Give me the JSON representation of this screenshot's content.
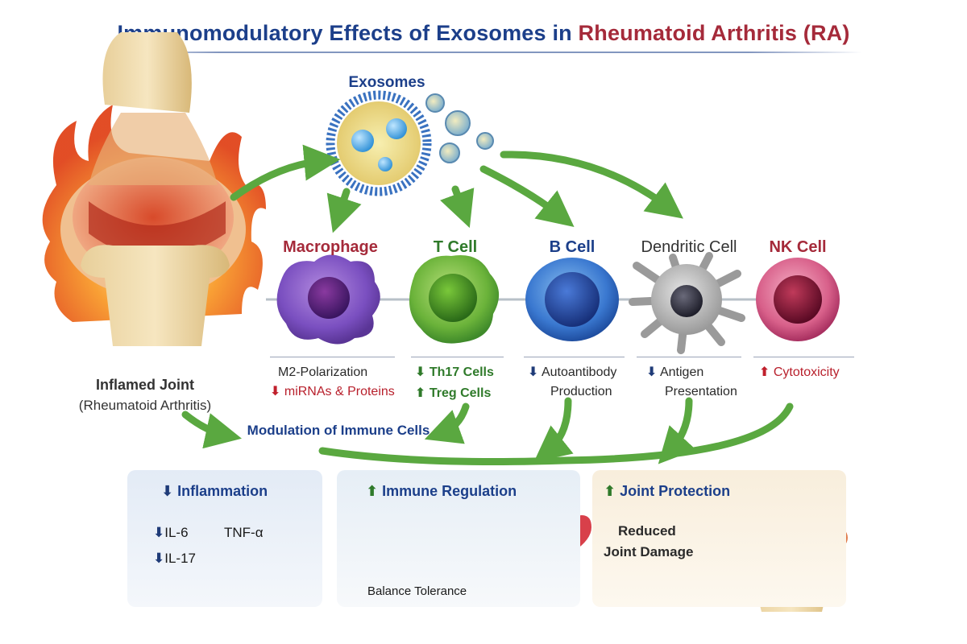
{
  "title": {
    "main": "Immunomodulatory Effects of Exosomes in",
    "highlight": "Rheumatoid Arthritis (RA)"
  },
  "exosomes_label": "Exosomes",
  "joint": {
    "label": "Inflamed Joint",
    "sublabel": "(Rheumatoid Arthritis)"
  },
  "cells": [
    {
      "name": "Macrophage",
      "color": "#a52a3a"
    },
    {
      "name": "T Cell",
      "color": "#2f7a2a"
    },
    {
      "name": "B Cell",
      "color": "#1c3f8a"
    },
    {
      "name": "Dendritic Cell",
      "color": "#333333"
    },
    {
      "name": "NK Cell",
      "color": "#a52a3a"
    }
  ],
  "effects": {
    "macrophage": {
      "line1": "M2-Polarization",
      "line2": "miRNAs & Proteins"
    },
    "tcell": {
      "line1": "Th17 Cells",
      "line2": "Treg Cells"
    },
    "bcell": {
      "line1": "Autoantibody",
      "line2": "Production"
    },
    "dendritic": {
      "line1": "Antigen",
      "line2": "Presentation"
    },
    "nk": {
      "line1": "Cytotoxicity"
    }
  },
  "modulation": "Modulation of Immune Cells",
  "panels": {
    "inflammation": {
      "title": "Inflammation",
      "il6": "IL-6",
      "tnf": "TNF-α",
      "il17": "IL-17"
    },
    "immune": {
      "title": "Immune Regulation",
      "caption": "Balance Tolerance"
    },
    "joint": {
      "title": "Joint Protection",
      "line1": "Reduced",
      "line2": "Joint Damage"
    }
  },
  "colors": {
    "title_blue": "#1c3f8a",
    "ra_red": "#a52a3a",
    "arrow_green": "#5aa840",
    "down_arrow": "#1f3b78",
    "up_red": "#c0202c",
    "up_green": "#2f7a2a"
  }
}
